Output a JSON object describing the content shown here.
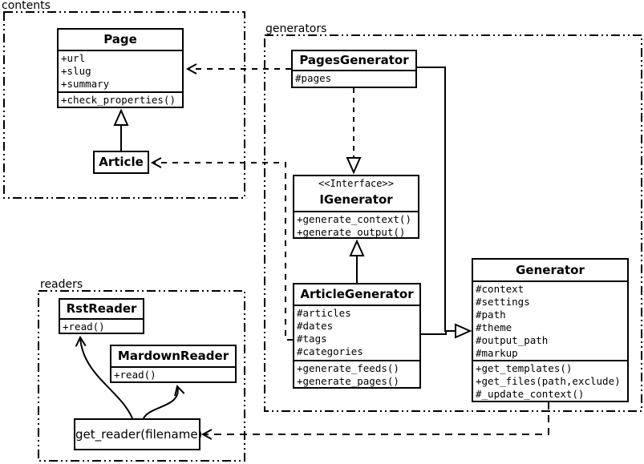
{
  "packages": {
    "contents": "contents",
    "generators": "generators",
    "readers": "readers"
  },
  "classes": {
    "page": {
      "title": "Page",
      "attributes": [
        "+url",
        "+slug",
        "+summary"
      ],
      "methods": [
        "+check_properties()"
      ]
    },
    "article": {
      "title": "Article"
    },
    "pages_generator": {
      "title": "PagesGenerator",
      "attributes": [
        "#pages"
      ]
    },
    "igenerator": {
      "stereotype": "<<Interface>>",
      "title": "IGenerator",
      "methods": [
        "+generate_context()",
        "+generate_output()"
      ]
    },
    "article_generator": {
      "title": "ArticleGenerator",
      "attributes": [
        "#articles",
        "#dates",
        "#tags",
        "#categories"
      ],
      "methods": [
        "+generate_feeds()",
        "+generate_pages()"
      ]
    },
    "generator": {
      "title": "Generator",
      "attributes": [
        "#context",
        "#settings",
        "#path",
        "#theme",
        "#output_path",
        "#markup"
      ],
      "methods": [
        "+get_templates()",
        "+get_files(path,exclude)",
        "#_update_context()"
      ]
    },
    "rst_reader": {
      "title": "RstReader",
      "methods": [
        "+read()"
      ]
    },
    "mardown_reader": {
      "title": "MardownReader",
      "methods": [
        "+read()"
      ]
    },
    "get_reader": {
      "title": "get_reader(filename)"
    }
  },
  "relationships": [
    {
      "type": "inheritance",
      "from": "Article",
      "to": "Page"
    },
    {
      "type": "dependency",
      "from": "PagesGenerator",
      "to": "Page"
    },
    {
      "type": "dependency",
      "from": "ArticleGenerator",
      "to": "Article"
    },
    {
      "type": "realization",
      "from": "PagesGenerator",
      "to": "IGenerator"
    },
    {
      "type": "realization",
      "from": "ArticleGenerator",
      "to": "IGenerator"
    },
    {
      "type": "inheritance",
      "from": "PagesGenerator",
      "to": "Generator"
    },
    {
      "type": "inheritance",
      "from": "ArticleGenerator",
      "to": "Generator"
    },
    {
      "type": "dependency",
      "from": "Generator",
      "to": "get_reader(filename)"
    },
    {
      "type": "association",
      "from": "get_reader(filename)",
      "to": "RstReader"
    },
    {
      "type": "association",
      "from": "get_reader(filename)",
      "to": "MardownReader"
    }
  ],
  "colors": {
    "line": "#000000",
    "background": "#ffffff",
    "box_fill": "#ffffff"
  }
}
